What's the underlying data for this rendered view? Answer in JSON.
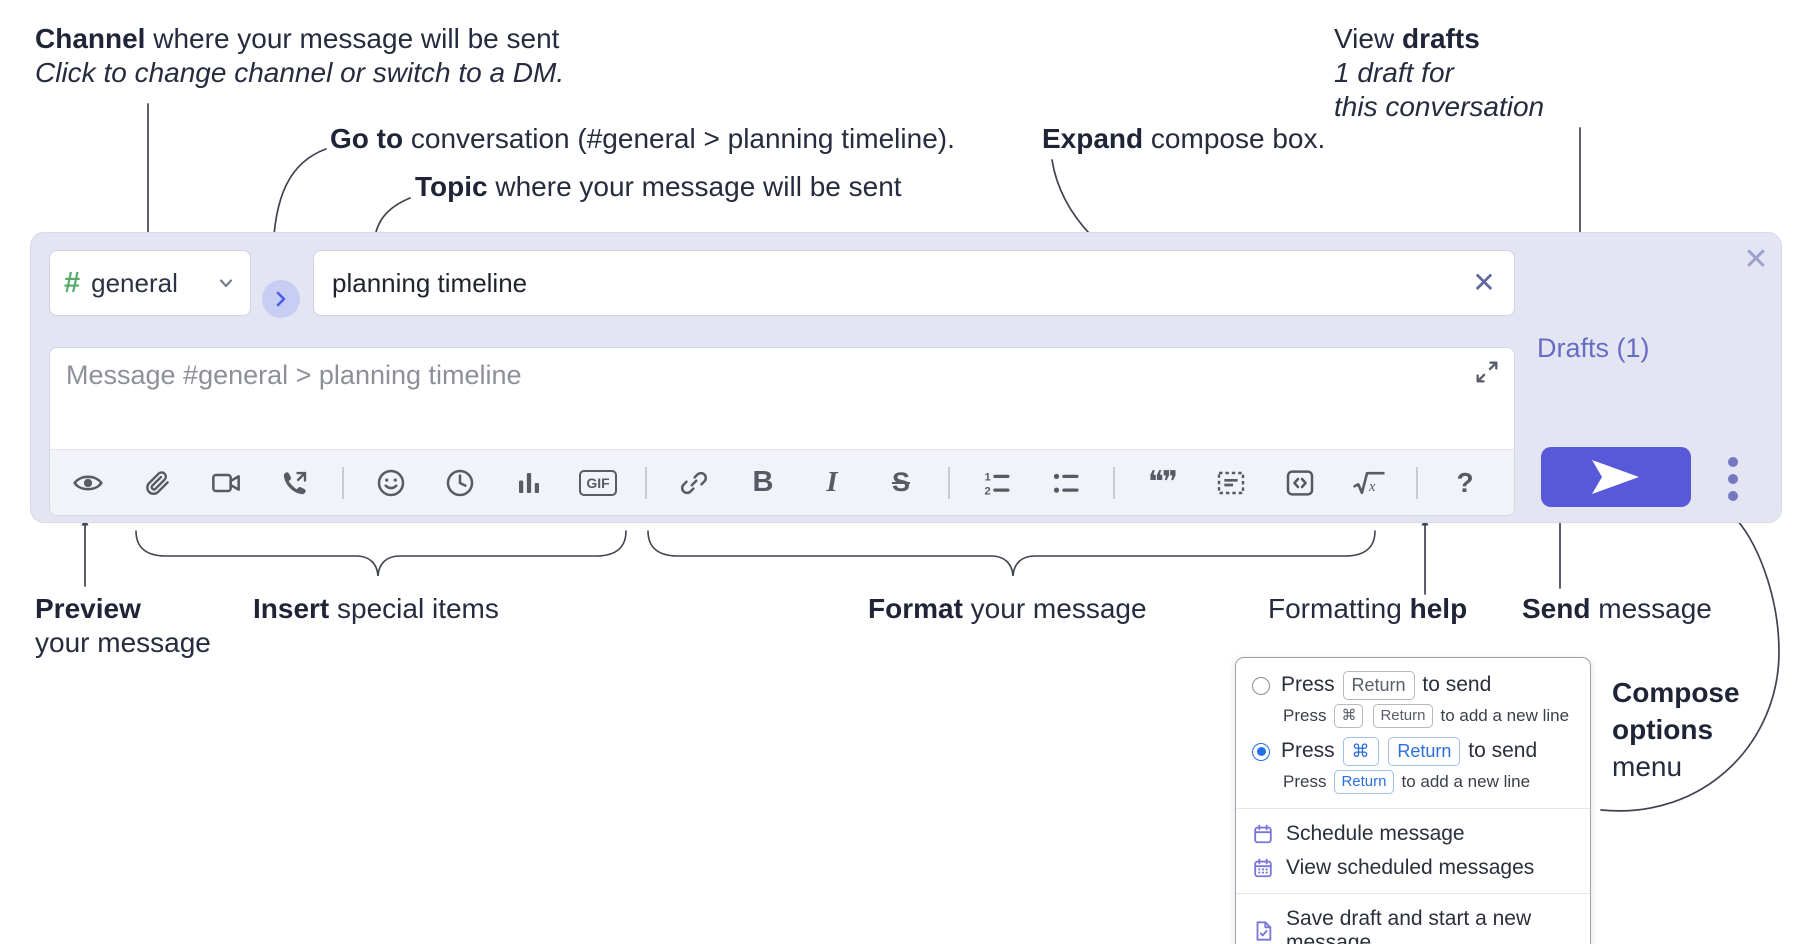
{
  "annotations": {
    "channel": {
      "bold": "Channel",
      "rest": " where your message will be sent",
      "sub": "Click to change channel or switch to a DM."
    },
    "goto": {
      "bold": "Go to",
      "rest": " conversation (#general > planning timeline)."
    },
    "topic": {
      "bold": "Topic",
      "rest": " where your message will be sent"
    },
    "expand": {
      "bold": "Expand",
      "rest": " compose box."
    },
    "drafts": {
      "pre": "View ",
      "bold": "drafts",
      "line2": "1 draft for",
      "line3": "this conversation"
    },
    "preview": {
      "bold": "Preview",
      "line2": "your message"
    },
    "insert": {
      "bold": "Insert",
      "rest": " special items"
    },
    "format": {
      "bold": "Format",
      "rest": " your message"
    },
    "help": {
      "pre": "Formatting ",
      "bold": "help"
    },
    "send": {
      "bold": "Send",
      "rest": " message"
    },
    "compose_options": {
      "line1": "Compose",
      "line2": "options",
      "line3": "menu"
    }
  },
  "compose": {
    "hash": "#",
    "channel_name": "general",
    "topic_value": "planning timeline",
    "clear_glyph": "✕",
    "close_glyph": "✕",
    "message_placeholder": "Message #general > planning timeline",
    "drafts_link": "Drafts (1)"
  },
  "toolbar": {
    "icons": [
      "preview-eye",
      "attach-file",
      "video-call",
      "voice-call",
      "emoji",
      "time",
      "poll",
      "gif",
      "link",
      "bold",
      "italic",
      "strikethrough",
      "numbered-list",
      "bulleted-list",
      "quote",
      "spoiler",
      "code",
      "math",
      "help"
    ],
    "bold_glyph": "B",
    "italic_glyph": "I",
    "strike_glyph": "S",
    "gif_label": "GIF",
    "quote_glyph": "❝❞",
    "help_glyph": "?"
  },
  "popup": {
    "option1": {
      "press": "Press",
      "key": "Return",
      "suffix": "to send",
      "sub_press": "Press",
      "sub_key1": "⌘",
      "sub_key2": "Return",
      "sub_suffix": "to add a new line"
    },
    "option2": {
      "press": "Press",
      "key1": "⌘",
      "key2": "Return",
      "suffix": "to send",
      "sub_press": "Press",
      "sub_key": "Return",
      "sub_suffix": "to add a new line"
    },
    "items": [
      {
        "label": "Schedule message",
        "icon": "calendar-icon"
      },
      {
        "label": "View scheduled messages",
        "icon": "calendar-grid-icon"
      },
      {
        "label": "Save draft and start a new message",
        "icon": "file-check-icon"
      }
    ]
  },
  "colors": {
    "compose_bg": "#e3e5f2",
    "accent_indigo": "#5759d9",
    "link_purple": "#666dc2",
    "channel_green": "#56ab6c",
    "radio_blue": "#2270e8",
    "menu_icon_purple": "#7a76d8",
    "annotation_ink": "#262b3e"
  }
}
